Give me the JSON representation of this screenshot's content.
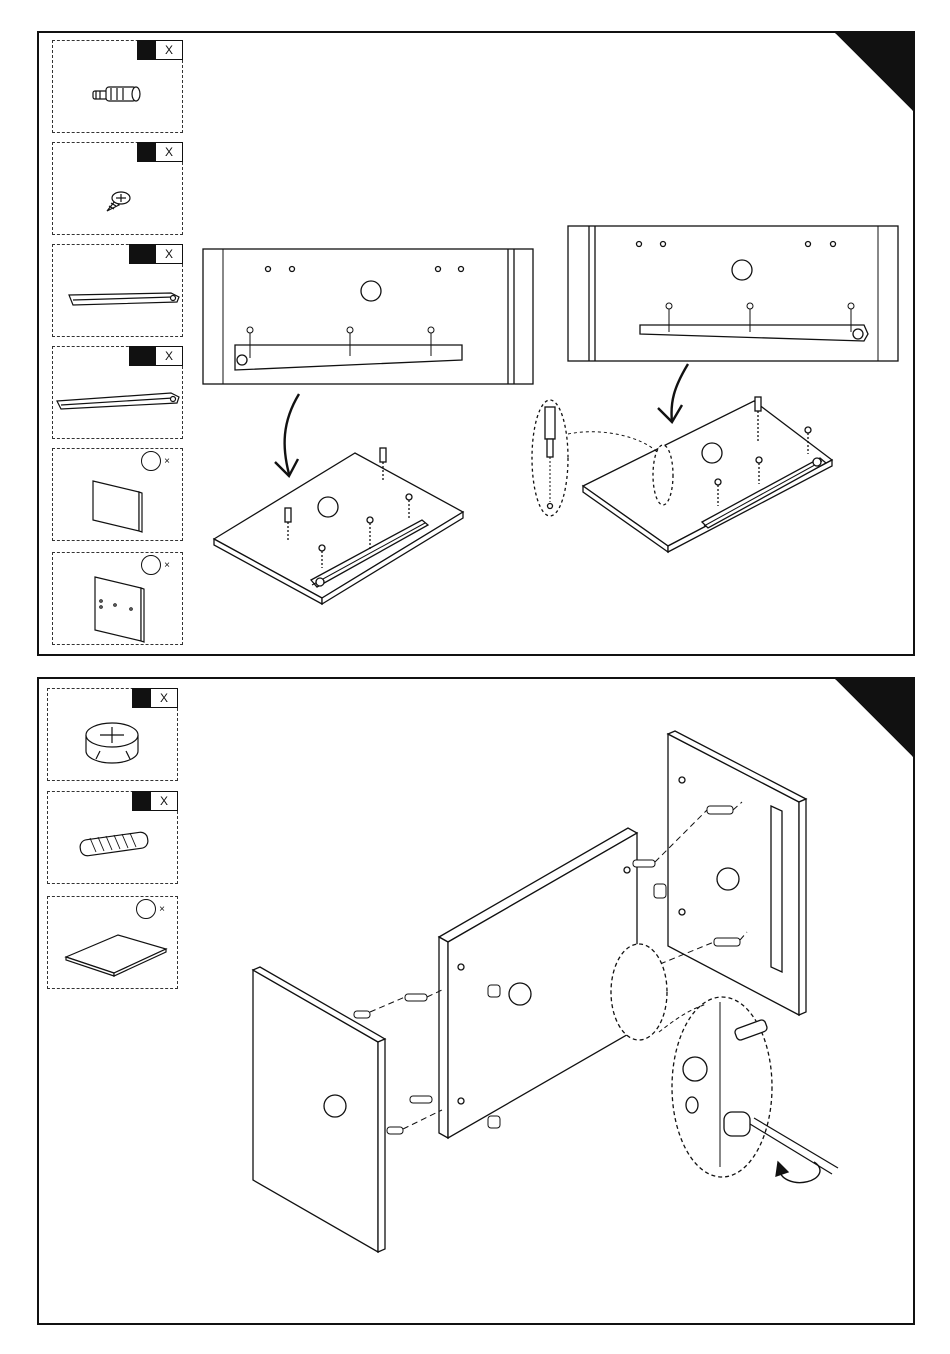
{
  "page": {
    "title": "",
    "steps": [
      {
        "parts": [
          {
            "id": "cam-bolt",
            "qty_label": "X",
            "icon": "cam-bolt-icon"
          },
          {
            "id": "screw",
            "qty_label": "X",
            "icon": "screw-icon"
          },
          {
            "id": "drawer-runner-short",
            "qty_label": "X",
            "icon": "drawer-runner-icon"
          },
          {
            "id": "drawer-runner-long",
            "qty_label": "X",
            "icon": "drawer-runner-icon"
          },
          {
            "id": "panel-plain",
            "qty_label": "×",
            "icon": "panel-icon"
          },
          {
            "id": "panel-holes",
            "qty_label": "×",
            "icon": "panel-icon"
          }
        ]
      },
      {
        "parts": [
          {
            "id": "cam-lock",
            "qty_label": "X",
            "icon": "cam-lock-icon"
          },
          {
            "id": "wood-dowel",
            "qty_label": "X",
            "icon": "dowel-icon"
          },
          {
            "id": "board-flat",
            "qty_label": "×",
            "icon": "board-icon"
          }
        ]
      }
    ]
  },
  "colors": {
    "line": "#111111",
    "corner": "#111111"
  }
}
